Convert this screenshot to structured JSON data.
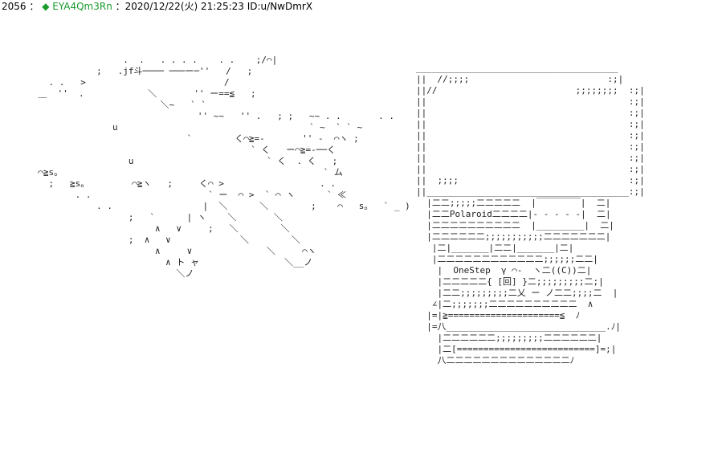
{
  "post": {
    "number": "2056",
    "separator": "：",
    "diamond": "◆",
    "trip": "EYA4Qm3Rn",
    "datetime": "：2020/12/22(火) 21:25:23",
    "id": "ID:u/NwDmrX"
  },
  "art": {
    "hand": "                  .  .   . . . .    . .    ;/⌒|\n             ;   .jf斗──── ───ー─''   /   ;\n    . .   >                          /\n  ＿  ''  .            ＼       '' ー==≦   ;\n                         ＼~   ` `        \n                                '' ~~   '' .   ; ;   ~~ . .       . .\n                u                                    ` ~  ` ` ~\n                              `        く⌒≧=-       '' -  ⌒ヽ ;\n                                          ` く   ー⌒≧=-──く\n                   u                         ` く  . く   ;\n  ⌒≧s。                                                 ` ム\n    ;   ≧s。        ⌒≧ヽ   ;     く⌒ >                  . .\n         . .                      ` ー  ⌒ >  ` ⌒ ヽ      ` ≪\n             . .                 |  ＼      ＼        ;    ⌒   s。  ` _ )\n                   ;   `      | ヽ    ＼       ＼\n                        ∧   ∨     ;   ＼        ＼\n                   ;  ∧   ∨             ＼        ＼\n                        ∧     ∨              ＼     ⌒ヽ\n                          ∧ ト ャ                ＼__ノ\n                            ＼ノ",
    "camera": "______________________________________\n||  //;;;;                          :;|\n||//                          ;;;;;;;;  :;|\n||                                      :;|\n||                                      :;|\n||                                      :;|\n||                                      :;|\n||                                      :;|\n||                                      :;|\n||                                      :;|\n||  ;;;;                                :;|\n||______________________________________:;|\n  |二二;;;;;二二二二二  |￣￣￣￣￣|  二|\n  |二二Polaroid二二二二|- - - - -|  二|\n  |二二二二二二二二二二  |_________|  二|\n  |二二二二二二;;;;;;;;;;;二二二二二二二|\n   |二|_______|二二|_______|二|\n   |二二二二二二二二二二二二;;;;;;二二|\n    |  OneStep  γ ⌒-  ヽ二((C))二|\n    |二二二二二{ [回] }二;;;;;;;;;二;|\n    |二二;;;;;;;;;二乂 ー ノ二二;;;;二  |\n   ∠|二;;;;;;;二二二二二二二二二二  ∧\n  |=|≧=====================≦  ﾉ\n  |=八______________________________.ﾉ|\n    |二二二二二二;;;;;;;;;二二二二二二|\n    |二[==========================]=;|\n    八二二二二二二二二二二二二二二ﾉ"
  }
}
